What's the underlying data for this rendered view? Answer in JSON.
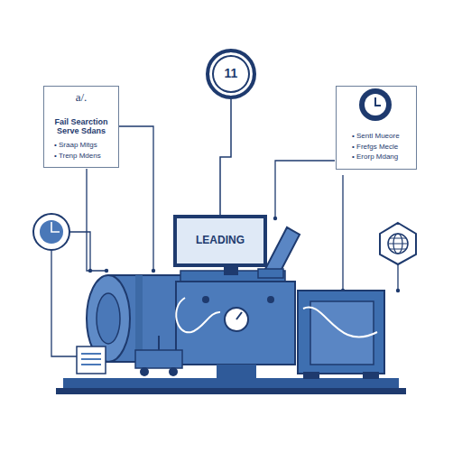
{
  "diagram": {
    "nodes": [
      {
        "text": [
          "11"
        ]
      },
      {
        "text": [
          "a/.",
          "Fail Searction Serve Sdans",
          "• Sraap Mitgs",
          "• Trenp Mdens"
        ]
      },
      {
        "text": [
          "• Sentl Mueore",
          "• Frefgs Mecle",
          "• Erorp Mdang"
        ]
      },
      {
        "text": [
          "LEADING"
        ]
      }
    ],
    "edges": [
      {
        "from": 0,
        "to": 3,
        "arrow": "none"
      }
    ]
  }
}
